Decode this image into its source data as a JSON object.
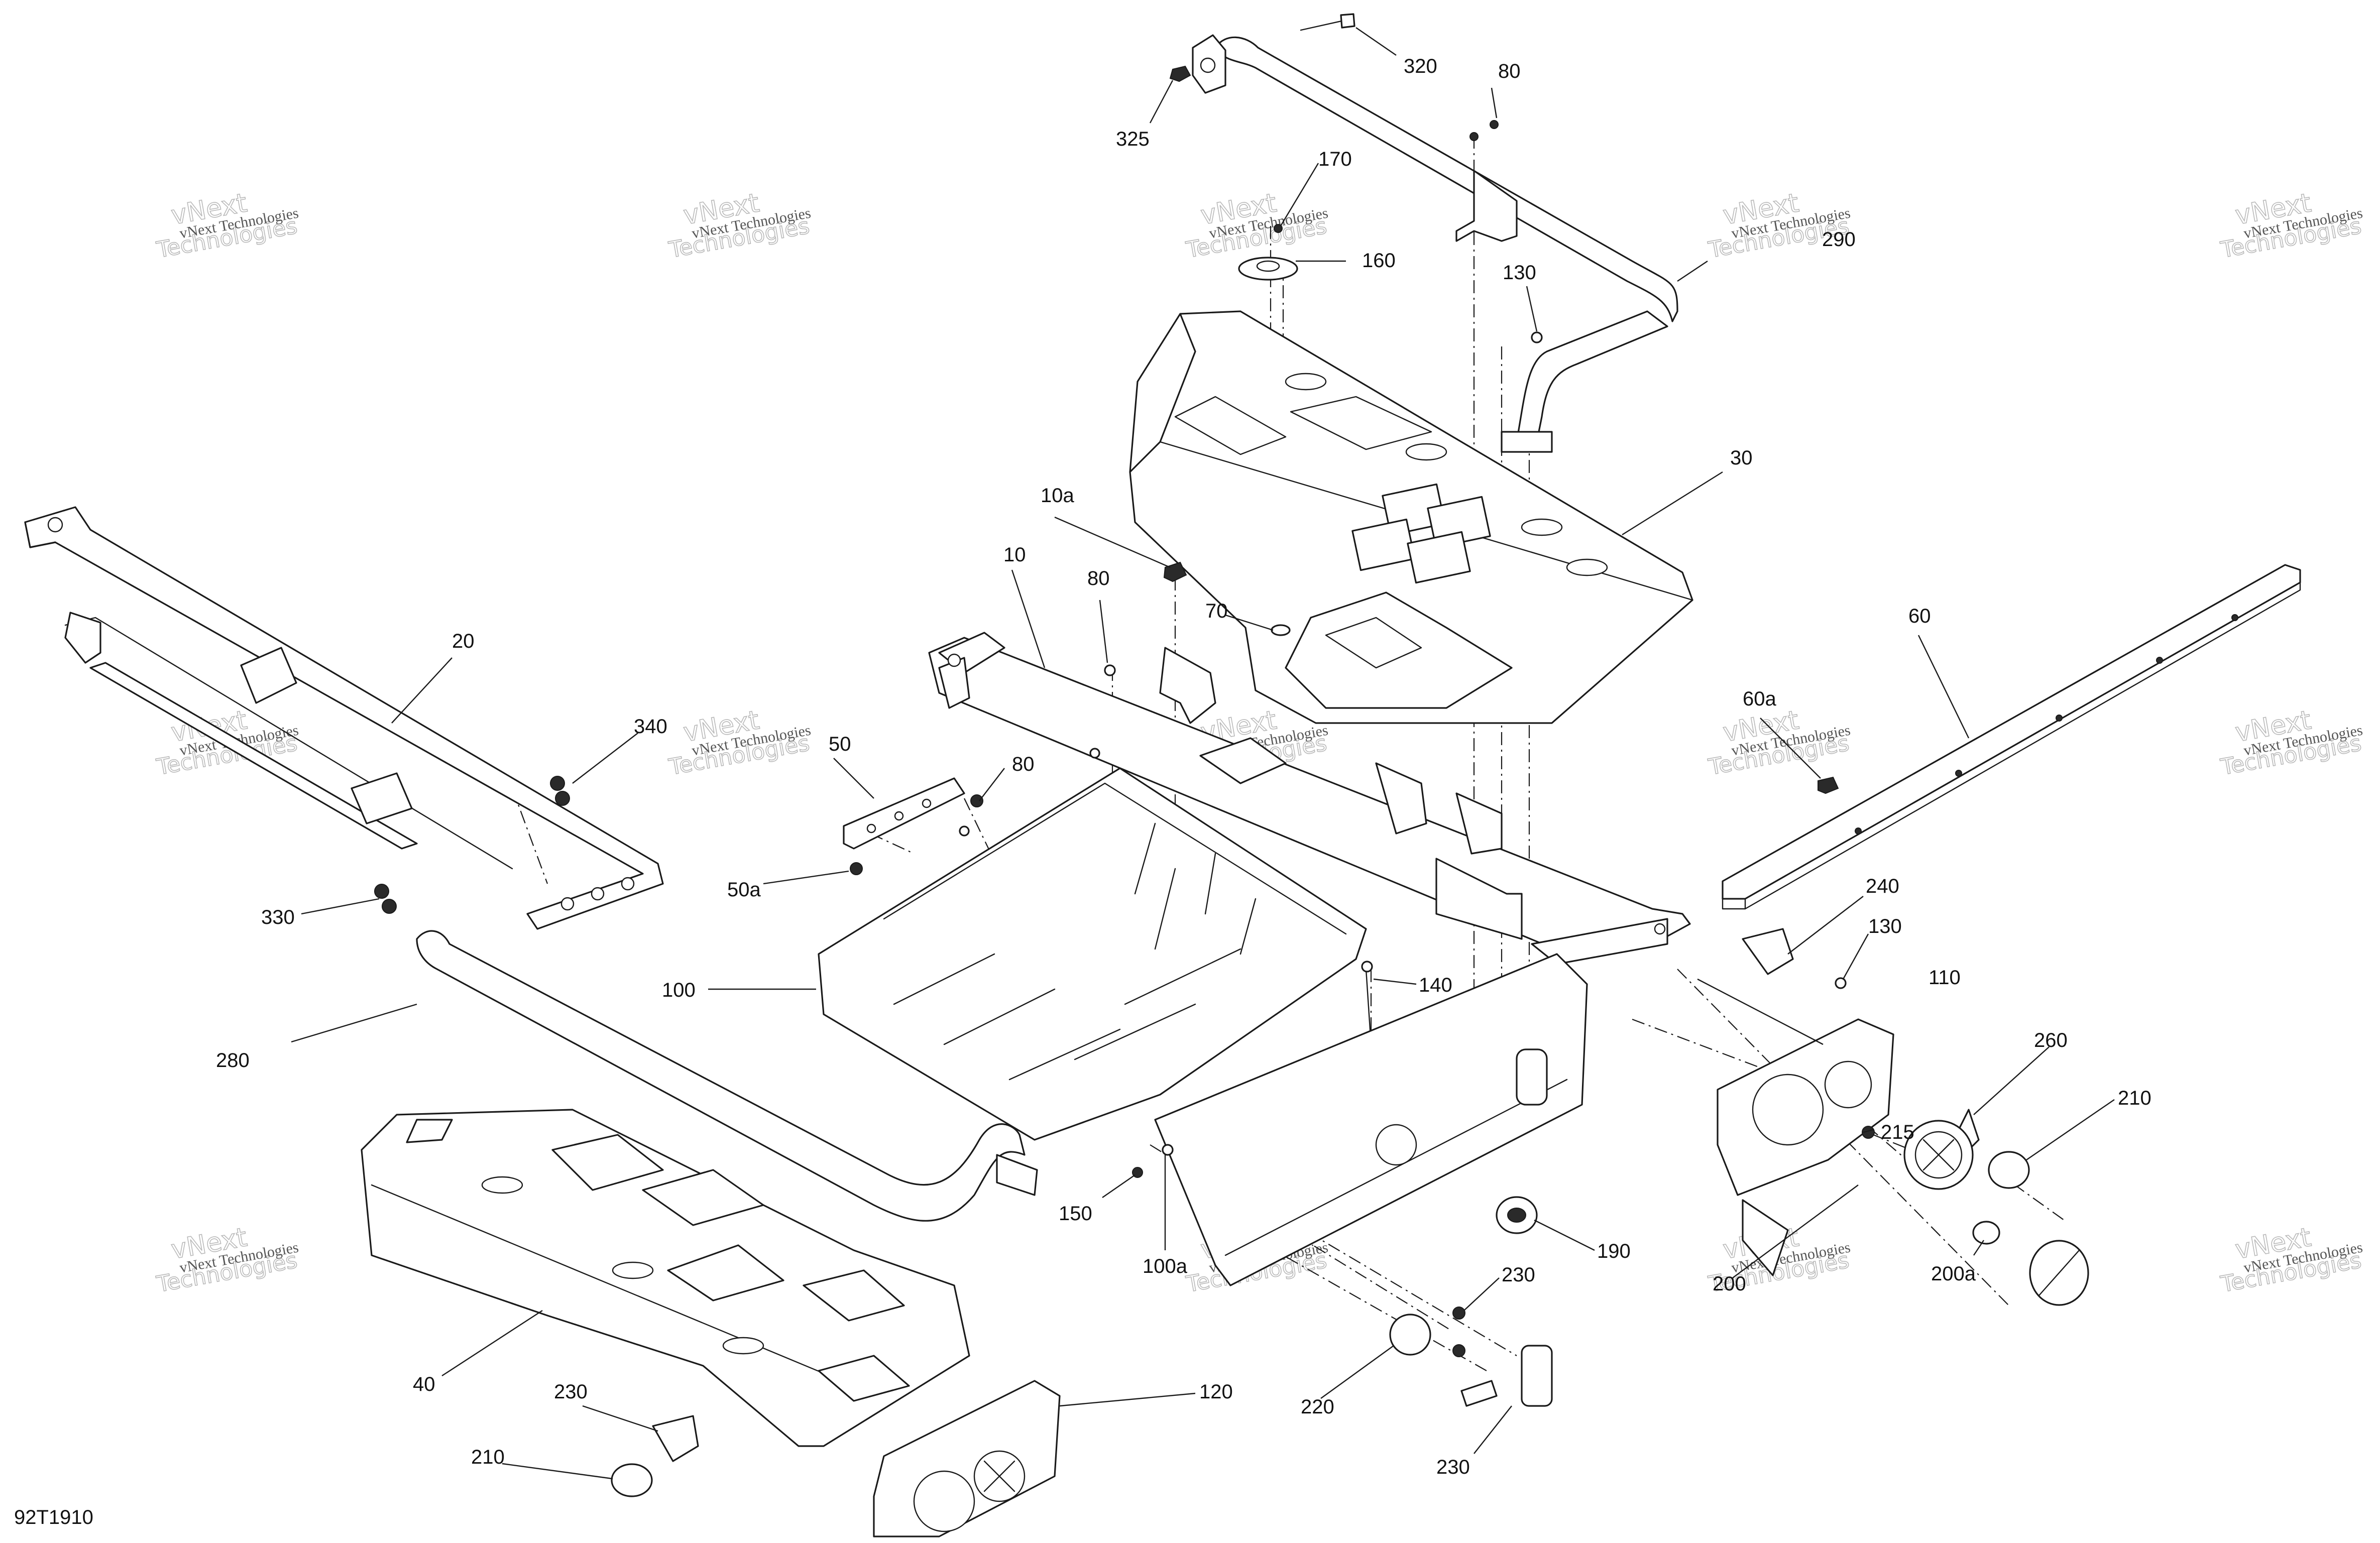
{
  "diagram": {
    "document_id": "92T1910",
    "watermark": {
      "line1": "vNext",
      "line2": "Technologies",
      "small": "vNext Technologies"
    },
    "callouts": [
      {
        "id": "c-320",
        "label": "320"
      },
      {
        "id": "c-80-top",
        "label": "80"
      },
      {
        "id": "c-325",
        "label": "325"
      },
      {
        "id": "c-170",
        "label": "170"
      },
      {
        "id": "c-160",
        "label": "160"
      },
      {
        "id": "c-290",
        "label": "290"
      },
      {
        "id": "c-130-top",
        "label": "130"
      },
      {
        "id": "c-30",
        "label": "30"
      },
      {
        "id": "c-10a",
        "label": "10a"
      },
      {
        "id": "c-10",
        "label": "10"
      },
      {
        "id": "c-80-mid",
        "label": "80"
      },
      {
        "id": "c-70",
        "label": "70"
      },
      {
        "id": "c-60",
        "label": "60"
      },
      {
        "id": "c-60a",
        "label": "60a"
      },
      {
        "id": "c-20",
        "label": "20"
      },
      {
        "id": "c-340",
        "label": "340"
      },
      {
        "id": "c-50",
        "label": "50"
      },
      {
        "id": "c-80-low",
        "label": "80"
      },
      {
        "id": "c-50a",
        "label": "50a"
      },
      {
        "id": "c-330",
        "label": "330"
      },
      {
        "id": "c-240",
        "label": "240"
      },
      {
        "id": "c-130-right",
        "label": "130"
      },
      {
        "id": "c-100",
        "label": "100"
      },
      {
        "id": "c-140",
        "label": "140"
      },
      {
        "id": "c-110",
        "label": "110"
      },
      {
        "id": "c-280",
        "label": "280"
      },
      {
        "id": "c-260",
        "label": "260"
      },
      {
        "id": "c-215",
        "label": "215"
      },
      {
        "id": "c-210-right",
        "label": "210"
      },
      {
        "id": "c-150",
        "label": "150"
      },
      {
        "id": "c-100a",
        "label": "100a"
      },
      {
        "id": "c-190",
        "label": "190"
      },
      {
        "id": "c-200a",
        "label": "200a"
      },
      {
        "id": "c-200",
        "label": "200"
      },
      {
        "id": "c-230-mid",
        "label": "230"
      },
      {
        "id": "c-40",
        "label": "40"
      },
      {
        "id": "c-230-left",
        "label": "230"
      },
      {
        "id": "c-120",
        "label": "120"
      },
      {
        "id": "c-220",
        "label": "220"
      },
      {
        "id": "c-210-left",
        "label": "210"
      },
      {
        "id": "c-230-low",
        "label": "230"
      }
    ]
  }
}
